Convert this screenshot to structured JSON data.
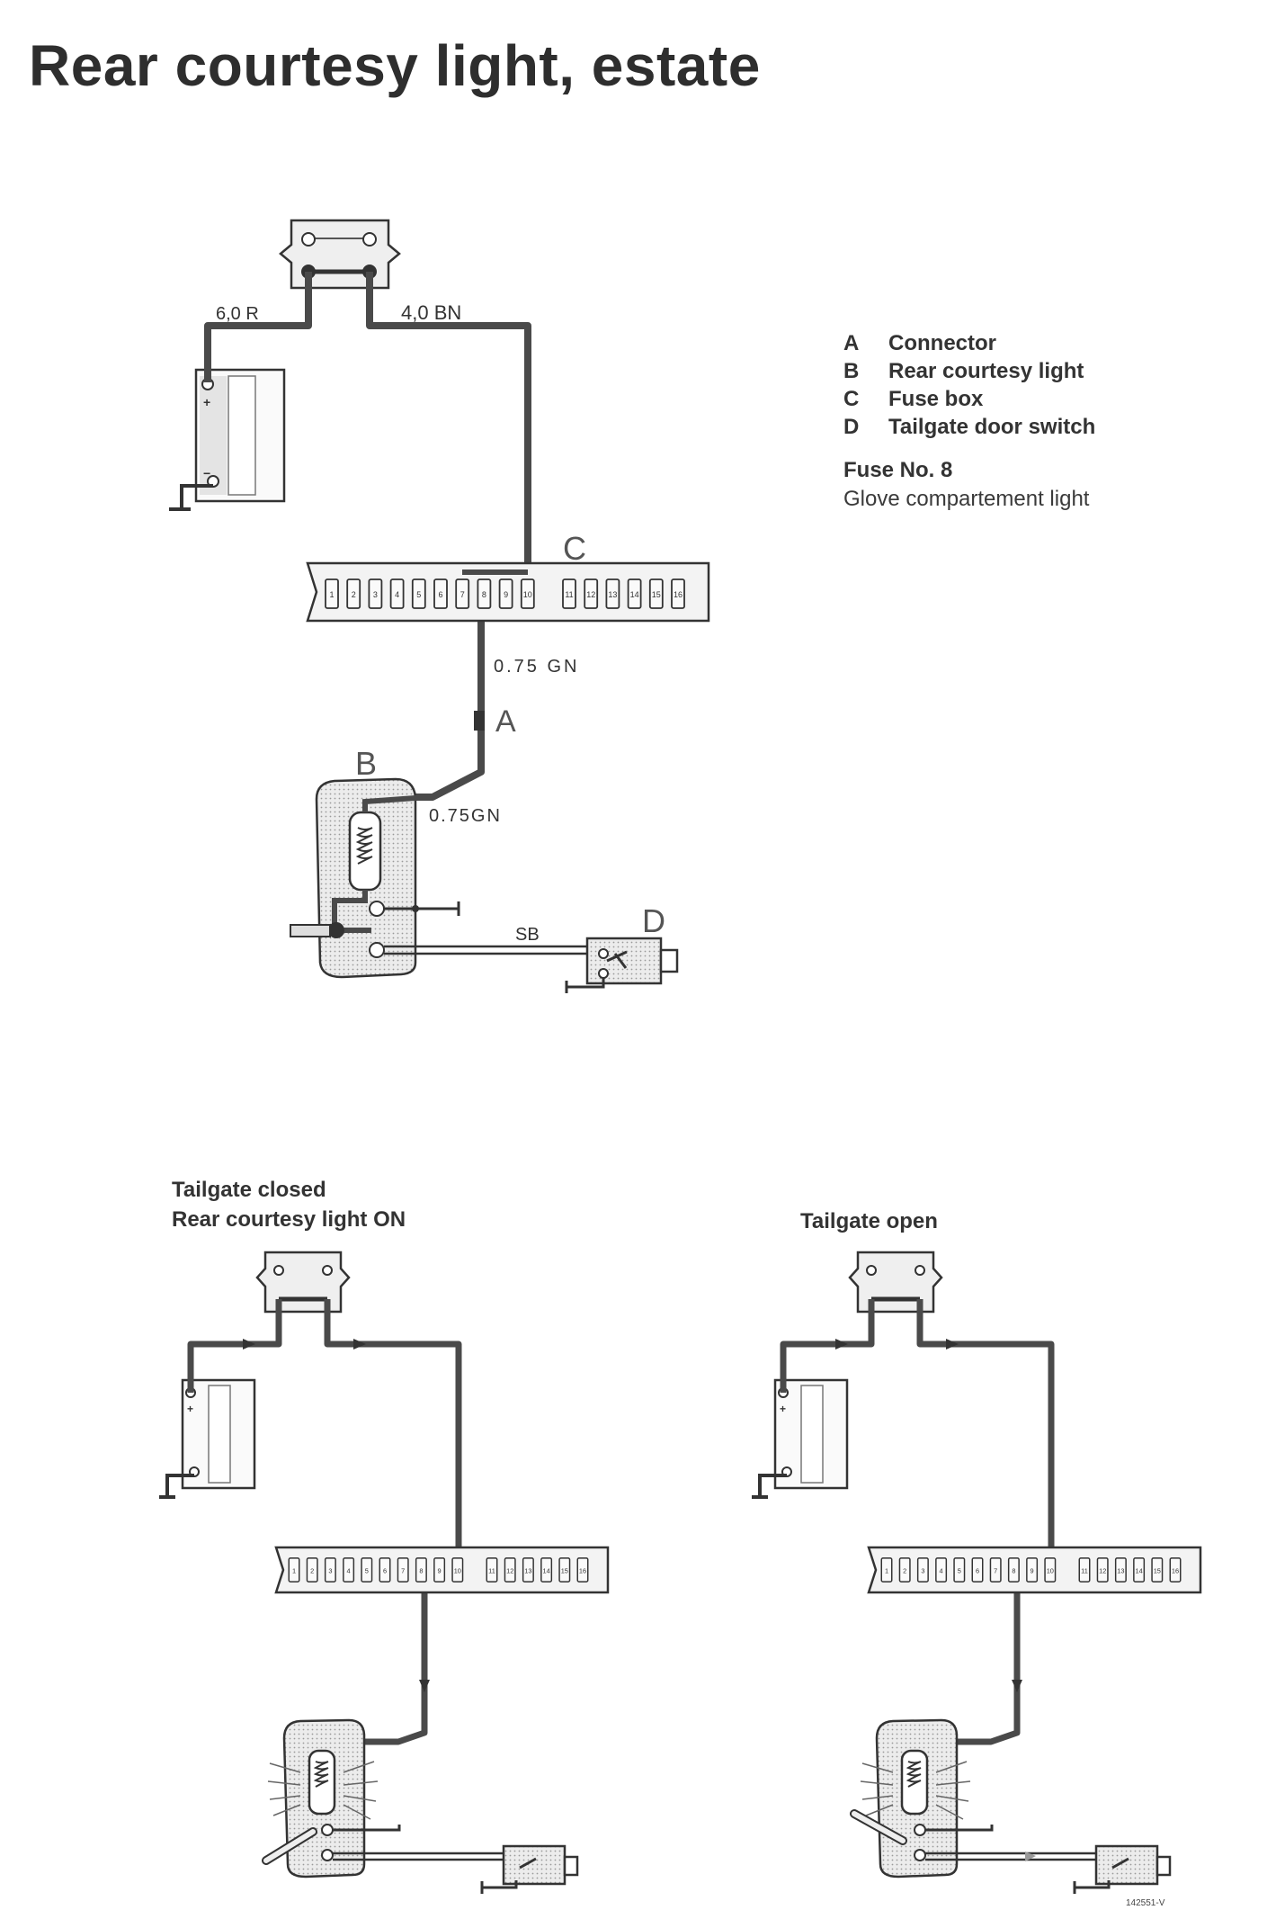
{
  "title": "Rear courtesy light, estate",
  "legend": [
    {
      "key": "A",
      "label": "Connector"
    },
    {
      "key": "B",
      "label": "Rear courtesy light"
    },
    {
      "key": "C",
      "label": "Fuse box"
    },
    {
      "key": "D",
      "label": "Tailgate door switch"
    }
  ],
  "fuse": {
    "title": "Fuse No. 8",
    "description": "Glove compartement light"
  },
  "wires": {
    "red": "6,0 R",
    "brown": "4,0 BN",
    "green_upper": "0.75 GN",
    "green_lower": "0.75GN",
    "switch": "SB"
  },
  "component_labels": {
    "a": "A",
    "b": "B",
    "c": "C",
    "d": "D"
  },
  "fuse_numbers": [
    "1",
    "2",
    "3",
    "4",
    "5",
    "6",
    "7",
    "8",
    "9",
    "10",
    "11",
    "12",
    "13",
    "14",
    "15",
    "16"
  ],
  "captions": {
    "closed_line1": "Tailgate closed",
    "closed_line2": "Rear courtesy light ON",
    "open": "Tailgate open"
  },
  "code": "142551-V",
  "colors": {
    "wire": "#4a4a4a",
    "panel": "#e6e6e6",
    "outline": "#333333"
  }
}
